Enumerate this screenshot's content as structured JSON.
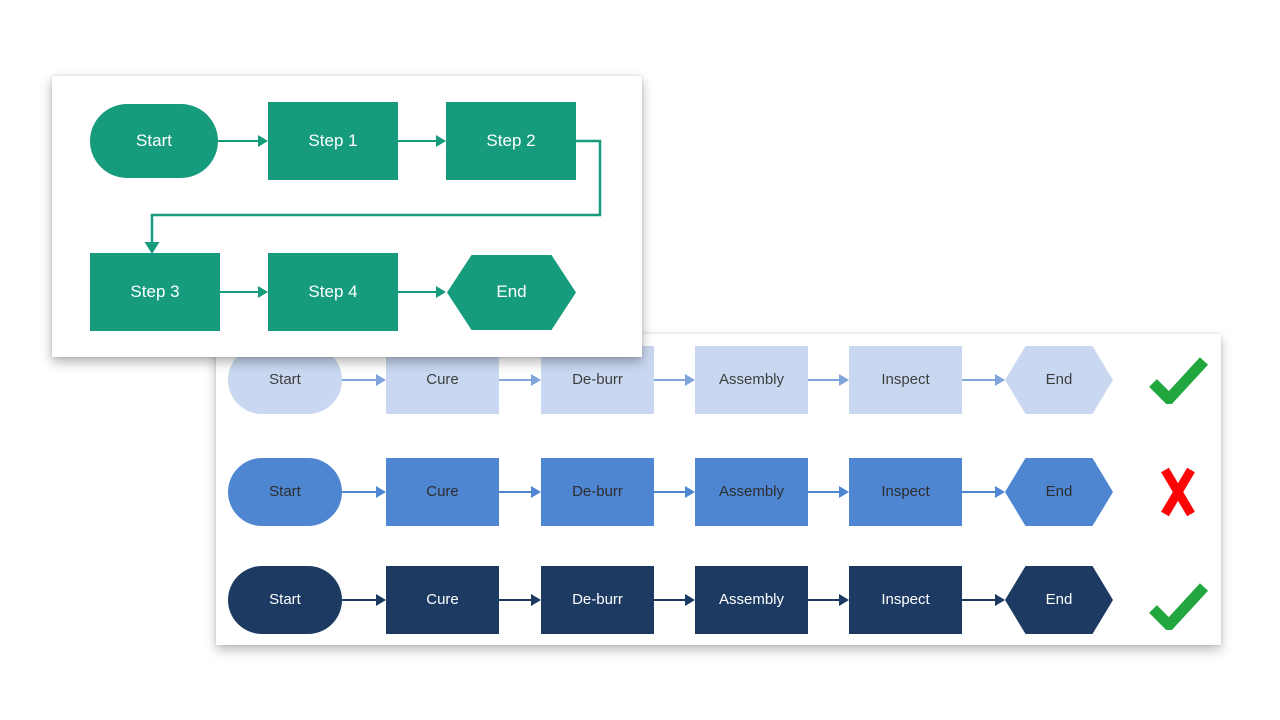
{
  "page": {
    "background_color": "#ffffff"
  },
  "diagram_small": {
    "description": "simple flowchart",
    "accent_color": "#169c7d",
    "text_color": "#ffffff",
    "nodes": [
      {
        "label": "Start",
        "shape": "stadium"
      },
      {
        "label": "Step 1",
        "shape": "rectangle"
      },
      {
        "label": "Step 2",
        "shape": "rectangle"
      },
      {
        "label": "Step 3",
        "shape": "rectangle"
      },
      {
        "label": "Step 4",
        "shape": "rectangle"
      },
      {
        "label": "End",
        "shape": "hexagon"
      }
    ],
    "flow_order": "Start > Step 1 > Step 2 > Step 3 > Step 4 > End"
  },
  "diagram_large": {
    "description": "process color-style comparison, three variants",
    "columns": [
      "Start",
      "Cure",
      "De-burr",
      "Assembly",
      "Inspect",
      "End"
    ],
    "rows": [
      {
        "variant": "light-blue",
        "fill": "#c9d8f0",
        "label_color": "#3f3f3f",
        "arrow_color": "#7fa5da",
        "result": "check"
      },
      {
        "variant": "medium-blue",
        "fill": "#4e86d2",
        "label_color": "#2d2d2d",
        "arrow_color": "#4e86d2",
        "result": "cross"
      },
      {
        "variant": "dark-navy",
        "fill": "#1d3a63",
        "label_color": "#ffffff",
        "arrow_color": "#1d3a63",
        "result": "check"
      }
    ],
    "result_icon_colors": {
      "check": "#21a73e",
      "cross": "#fb0506"
    }
  }
}
